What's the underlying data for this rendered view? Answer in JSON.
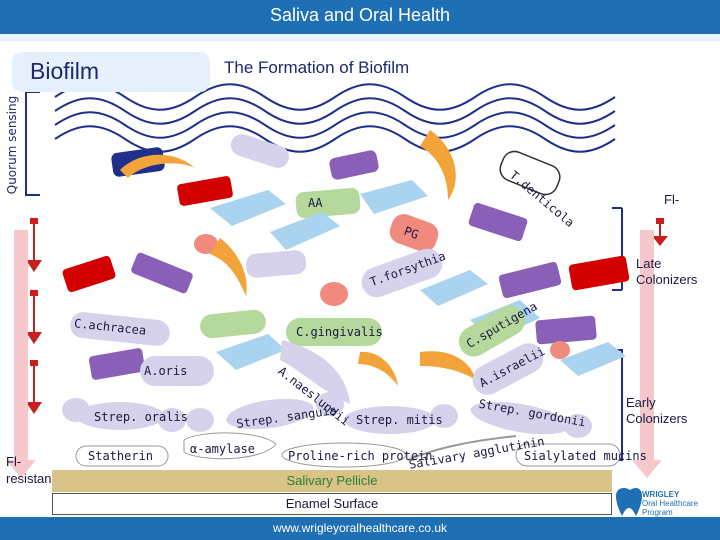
{
  "header": {
    "title": "Saliva and Oral Health"
  },
  "panel": {
    "biofilm_title": "Biofilm",
    "formation_title": "The Formation of Biofilm"
  },
  "side_labels": {
    "quorum_sensing": "Quorum sensing",
    "fl_top": "Fl-",
    "fl_resistance_line1": "Fl-",
    "fl_resistance_line2": "resistance"
  },
  "colonizers": {
    "late": "Late\nColonizers",
    "early": "Early\nColonizers"
  },
  "bacteria": {
    "t_denticola": "T.denticola",
    "aa": "AA",
    "pg": "PG",
    "t_forsythia": "T.forsythia",
    "c_gingivalis": "C.gingivalis",
    "c_sputigena": "C.sputigena",
    "c_achracea": "C.achracea",
    "a_oris": "A.oris",
    "a_naeslundii": "A.naeslundii",
    "a_israelii": "A.israelii",
    "strep_oralis": "Strep. oralis",
    "strep_sanguis": "Strep. sanguis",
    "strep_mitis": "Strep. mitis",
    "strep_gordonii": "Strep. gordonii"
  },
  "pellicle_components": {
    "statherin": "Statherin",
    "amylase": "α-amylase",
    "proline_rich": "Proline-rich protein",
    "salivary_agglutinin": "Salivary agglutinin",
    "sialylated_mucins": "Sialylated mucins"
  },
  "layers": {
    "pellicle": "Salivary Pellicle",
    "enamel": "Enamel Surface"
  },
  "logo": {
    "brand": "WRIGLEY",
    "line2": "Oral Healthcare",
    "line3": "Program"
  },
  "footer": {
    "website": "www.wrigleyoralhealthcare.co.uk"
  },
  "colors": {
    "title_bar": "#1f6fb5",
    "wave": "#1e2f8c",
    "red_rod": "#d40000",
    "orange_crescent": "#f2a43a",
    "purple_rod": "#8a5fb8",
    "light_blue_hex": "#a9d3ef",
    "green_rod": "#b5d99c",
    "lavender": "#d7d2ec",
    "salmon": "#f08a7e",
    "pellicle": "#d9c488"
  }
}
